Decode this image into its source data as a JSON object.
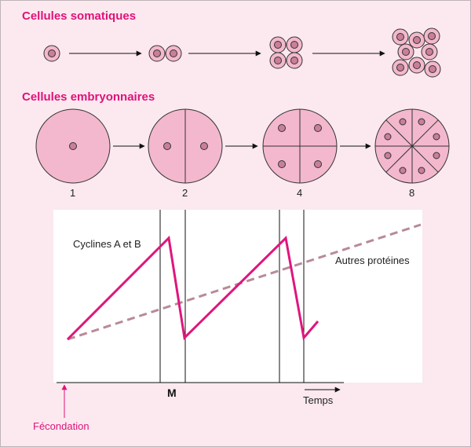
{
  "headings": {
    "somatic": "Cellules somatiques",
    "embryonic": "Cellules embryonnaires"
  },
  "embryo_cell_counts": [
    "1",
    "2",
    "4",
    "8"
  ],
  "somatic_cell_counts": [
    1,
    2,
    4,
    8
  ],
  "plot": {
    "cyclin_label": "Cyclines A et B",
    "other_label": "Autres protéines",
    "m_label": "M",
    "time_label": "Temps",
    "fecondation_label": "Fécondation"
  },
  "colors": {
    "accent": "#e0127a",
    "cell_fill": "#f3b8cd",
    "nucleus_fill": "#c97f99",
    "cyclin_line": "#e0157c",
    "other_line": "#b88a98",
    "background": "#fbe9ef"
  }
}
